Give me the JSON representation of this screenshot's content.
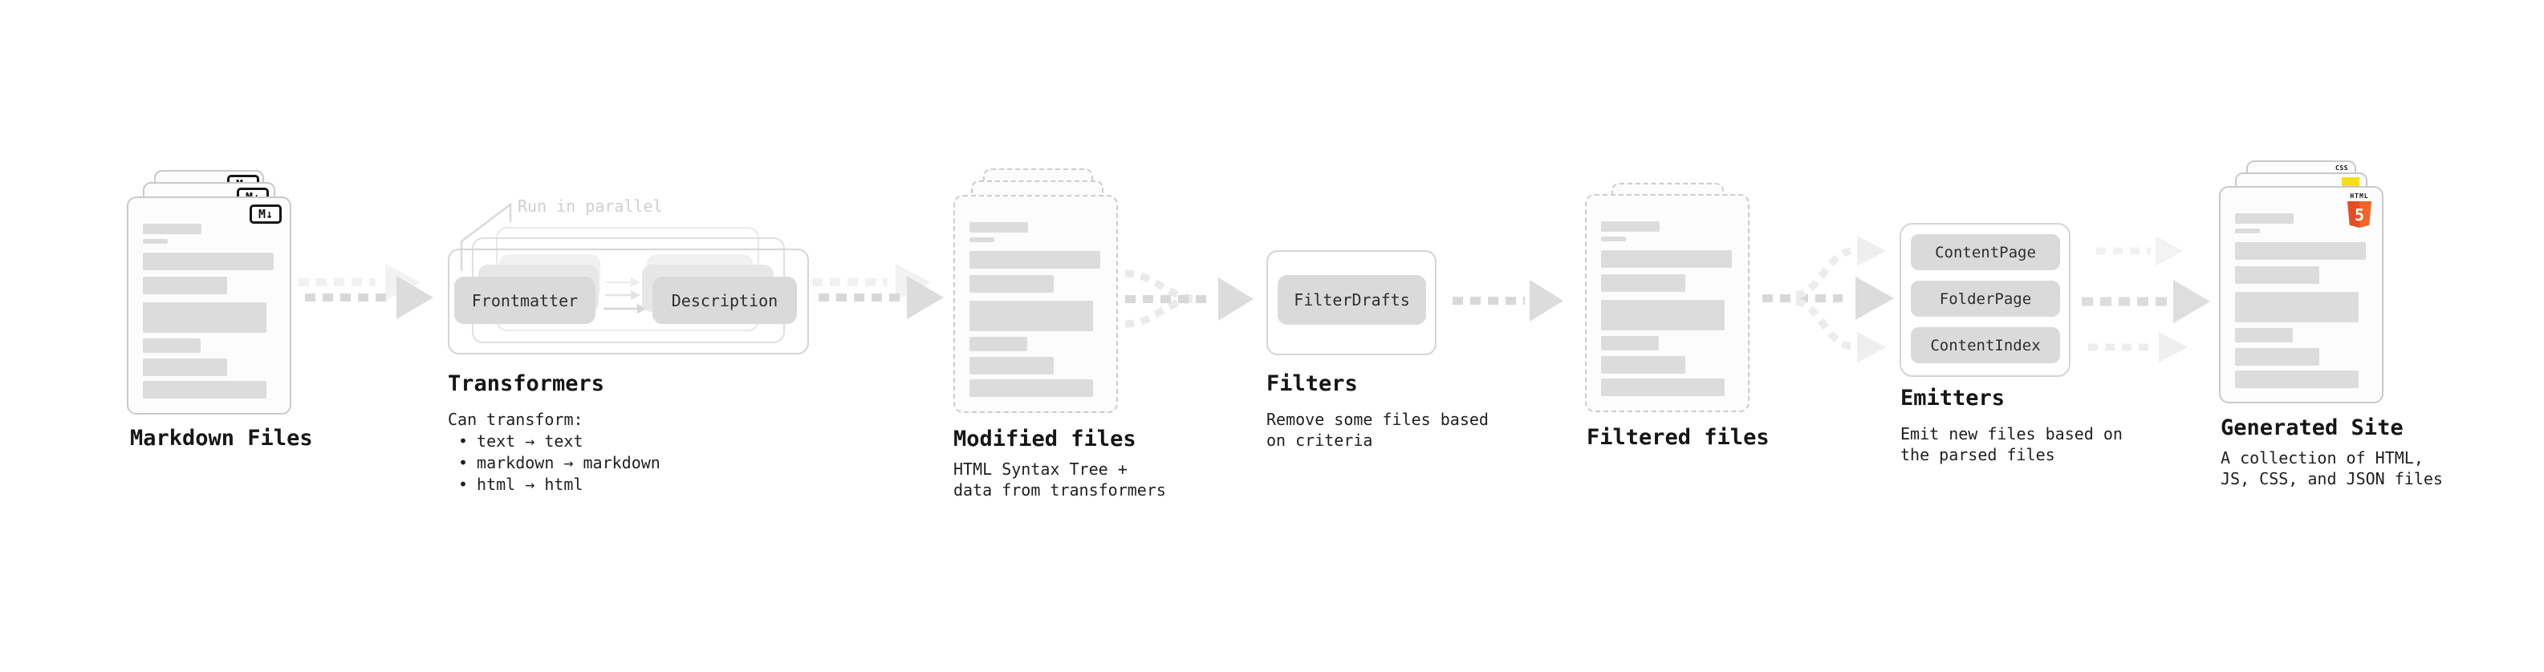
{
  "stations": {
    "markdown": {
      "label": "Markdown Files",
      "badge": "M↓"
    },
    "transformers": {
      "label": "Transformers",
      "note": "Run in parallel",
      "pill_left": "Frontmatter",
      "pill_right": "Description",
      "desc_title": "Can transform:",
      "bullet": "•",
      "items": [
        "text → text",
        "markdown → markdown",
        "html → html"
      ]
    },
    "modified": {
      "label": "Modified files",
      "desc": "HTML Syntax Tree +\ndata from transformers"
    },
    "filters": {
      "label": "Filters",
      "pill": "FilterDrafts",
      "desc": "Remove some files based\non criteria"
    },
    "filtered": {
      "label": "Filtered files"
    },
    "emitters": {
      "label": "Emitters",
      "pills": [
        "ContentPage",
        "FolderPage",
        "ContentIndex"
      ],
      "desc": "Emit new files based on\nthe parsed files"
    },
    "generated": {
      "label": "Generated Site",
      "desc": "A collection of HTML,\nJS, CSS, and JSON files",
      "badge_css": "CSS",
      "badge_html": "HTML",
      "badge_html5_number": "5"
    }
  },
  "colors": {
    "html5_dark": "#E44D26",
    "html5_light": "#F16529",
    "js_yellow": "#F6DE1D",
    "css_blue": "#2A63F4"
  }
}
